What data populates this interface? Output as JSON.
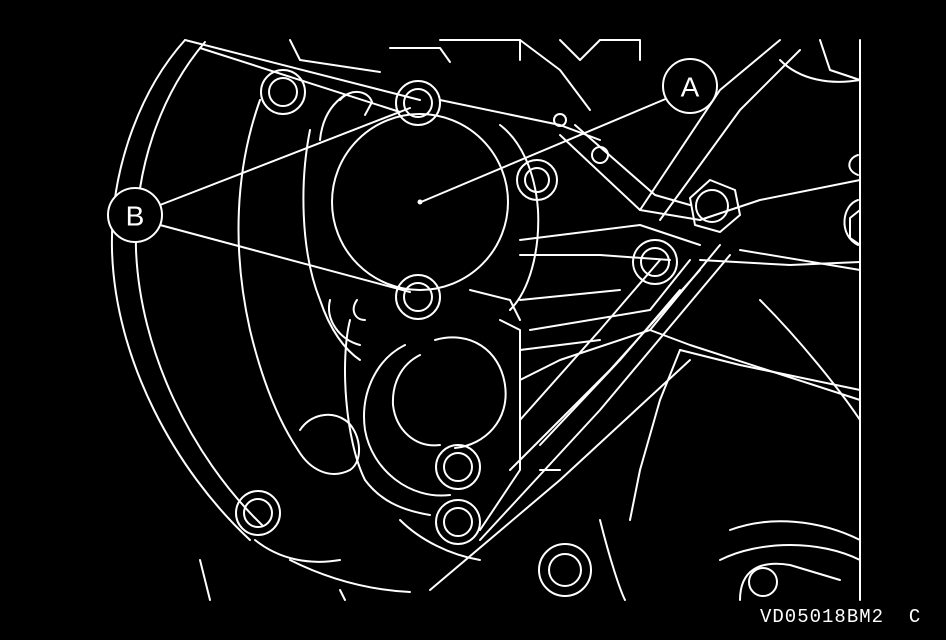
{
  "callouts": {
    "a": "A",
    "b": "B"
  },
  "figure_code": "VD05018BM2  C",
  "colors": {
    "background": "#000000",
    "line": "#ffffff"
  }
}
